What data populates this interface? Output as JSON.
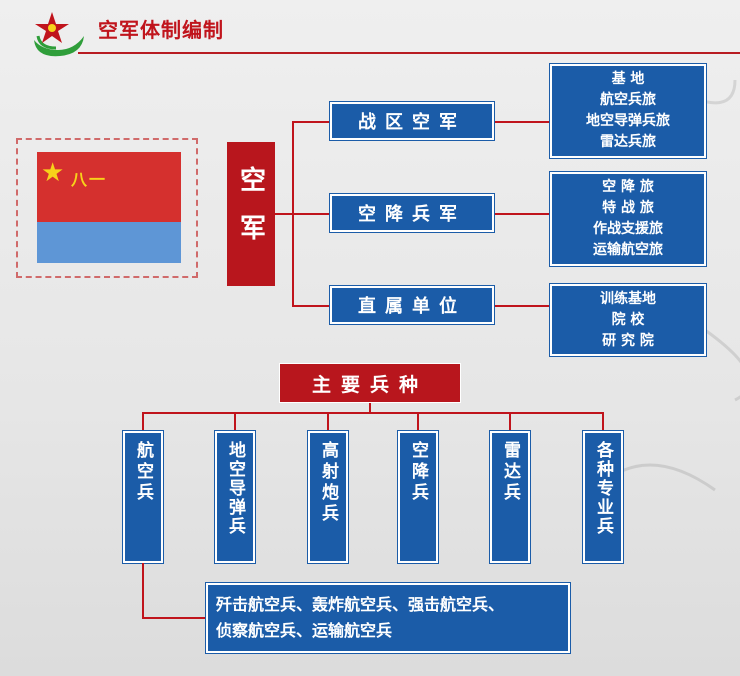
{
  "title": "空军体制编制",
  "flag": {
    "text": "八一",
    "colors": {
      "top": "#d5302e",
      "bottom": "#5e96d6",
      "emblem": "#f7d21a"
    }
  },
  "root": "空军",
  "levels": [
    {
      "label": "战区空军",
      "units": [
        "基 地",
        "航空兵旅",
        "地空导弹兵旅",
        "雷达兵旅"
      ]
    },
    {
      "label": "空降兵军",
      "units": [
        "空 降 旅",
        "特 战 旅",
        "作战支援旅",
        "运输航空旅"
      ]
    },
    {
      "label": "直属单位",
      "units": [
        "训练基地",
        "院 校",
        "研 究 院"
      ]
    }
  ],
  "branches_title": "主要兵种",
  "branches": [
    "航空兵",
    "地空导弹兵",
    "高射炮兵",
    "空降兵",
    "雷达兵",
    "各种专业兵"
  ],
  "aviation_types": [
    "歼击航空兵、轰炸航空兵、强击航空兵、",
    "侦察航空兵、运输航空兵"
  ],
  "colors": {
    "red": "#b8161d",
    "blue": "#1b5ca8",
    "line": "#c0141c"
  }
}
